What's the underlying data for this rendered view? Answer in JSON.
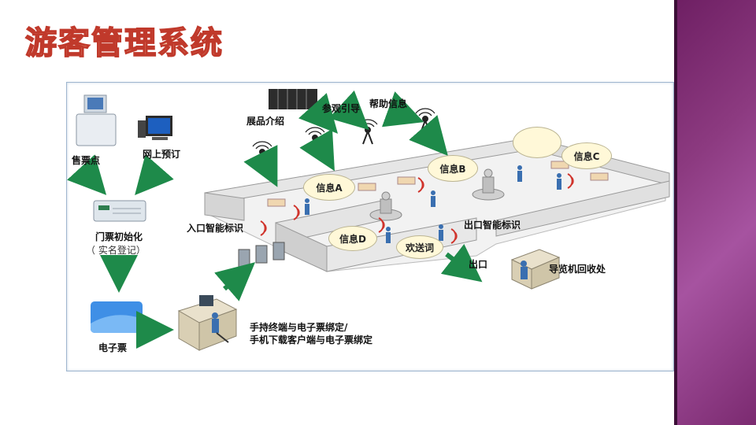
{
  "title": "游客管理系统",
  "labels": {
    "ticket_point": "售票点",
    "online_booking": "网上预订",
    "ticket_init": "门票初始化",
    "realname": "（ 实名登记）",
    "eticket": "电子票",
    "binding_1": "手持终端与电子票绑定/",
    "binding_2": "手机下载客户端与电子票绑定",
    "exhibit_intro": "展品介绍",
    "visit_guide": "参观引导",
    "help_info": "帮助信息",
    "entrance_tag": "入口智能标识",
    "exit_tag": "出口智能标识",
    "exit": "出口",
    "guide_return": "导览机回收处",
    "info_a": "信息A",
    "info_b": "信息B",
    "info_c": "信息C",
    "info_d": "信息D",
    "welcome": "欢送词"
  },
  "colors": {
    "arrow": "#1e8a4a",
    "accent_band": "#8c3a80",
    "title_fill": "#f6c9a2",
    "title_stroke": "#c0392b"
  }
}
